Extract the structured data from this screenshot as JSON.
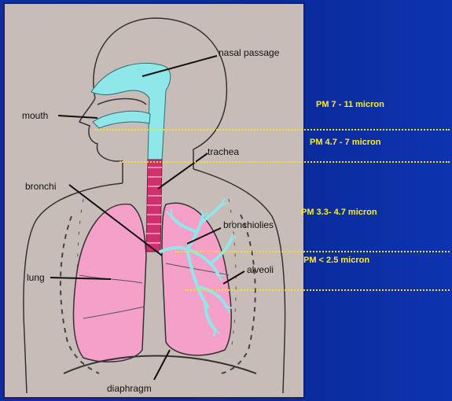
{
  "diagram": {
    "labels": {
      "nasal_passage": "nasal passage",
      "mouth": "mouth",
      "trachea": "trachea",
      "bronchi": "bronchi",
      "bronchioles": "bronchiolies",
      "lung": "lung",
      "alveoli": "alveoli",
      "diaphragm": "diaphragm"
    },
    "colors": {
      "airway": "#8fe7e9",
      "lung": "#f4a0c8",
      "trachea": "#d0306e",
      "background": "#c8bcb8",
      "slide": "#0a2a9a",
      "highlight_text": "#ffea2a"
    }
  },
  "particle_sizes": [
    {
      "label": "PM  7 - 11 micron"
    },
    {
      "label": "PM  4.7 - 7 micron"
    },
    {
      "label": "PM  3.3- 4.7 micron"
    },
    {
      "label": "PM < 2.5 micron"
    }
  ]
}
